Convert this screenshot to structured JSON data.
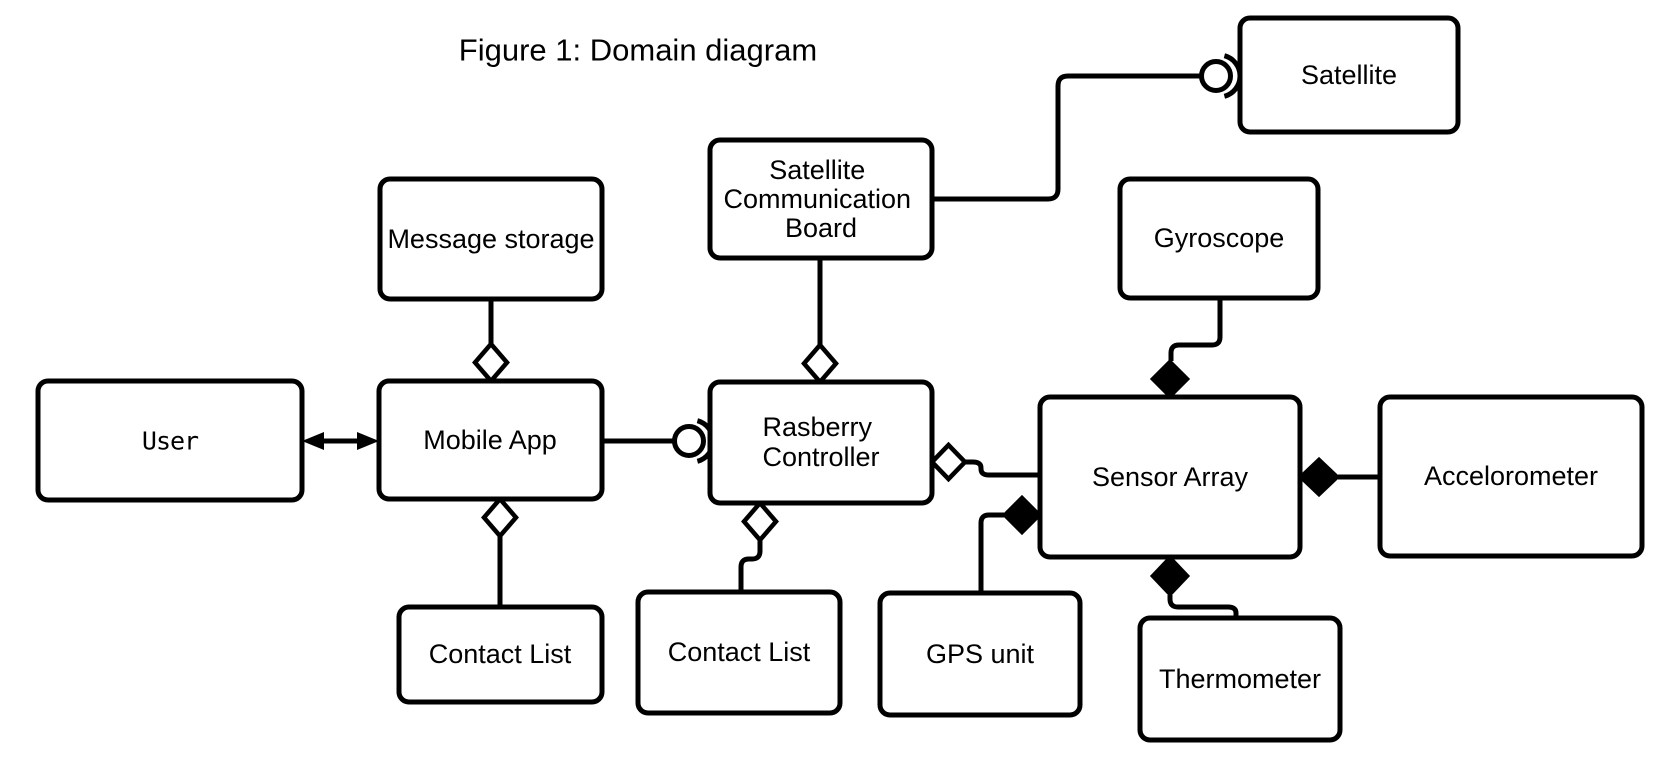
{
  "figure": {
    "title": "Figure 1: Domain diagram"
  },
  "colors": {
    "line": "#000000",
    "box_fill": "#ffffff",
    "text": "#000000",
    "background": "#ffffff"
  },
  "nodes": [
    {
      "id": "user",
      "label": "User"
    },
    {
      "id": "message-storage",
      "label": "Message storage"
    },
    {
      "id": "satellite-communication-board",
      "label": "Satellite Communication Board",
      "lines": [
        "Satellite",
        "Communication",
        "Board"
      ]
    },
    {
      "id": "satellite",
      "label": "Satellite"
    },
    {
      "id": "mobile-app",
      "label": "Mobile App"
    },
    {
      "id": "rasberry-controller",
      "label": "Rasberry Controller",
      "lines": [
        "Rasberry",
        "Controller"
      ]
    },
    {
      "id": "gyroscope",
      "label": "Gyroscope"
    },
    {
      "id": "sensor-array",
      "label": "Sensor Array"
    },
    {
      "id": "accelorometer",
      "label": "Accelorometer"
    },
    {
      "id": "contact-list-mobile",
      "label": "Contact List"
    },
    {
      "id": "contact-list-controller",
      "label": "Contact List"
    },
    {
      "id": "gps-unit",
      "label": "GPS unit"
    },
    {
      "id": "thermometer",
      "label": "Thermometer"
    }
  ],
  "edges": [
    {
      "from": "User",
      "to": "Mobile App",
      "type": "bidirectional-arrow"
    },
    {
      "from": "Message storage",
      "to": "Mobile App",
      "type": "aggregation-open-diamond"
    },
    {
      "from": "Contact List",
      "to": "Mobile App",
      "type": "aggregation-open-diamond"
    },
    {
      "from": "Mobile App",
      "to": "Rasberry Controller",
      "type": "ball-and-socket-interface"
    },
    {
      "from": "Satellite Communication Board",
      "to": "Rasberry Controller",
      "type": "aggregation-open-diamond"
    },
    {
      "from": "Contact List",
      "to": "Rasberry Controller",
      "type": "aggregation-open-diamond"
    },
    {
      "from": "Sensor Array",
      "to": "Rasberry Controller",
      "type": "aggregation-open-diamond"
    },
    {
      "from": "Satellite Communication Board",
      "to": "Satellite",
      "type": "ball-and-socket-interface"
    },
    {
      "from": "Gyroscope",
      "to": "Sensor Array",
      "type": "composition-filled-diamond"
    },
    {
      "from": "Accelorometer",
      "to": "Sensor Array",
      "type": "composition-filled-diamond"
    },
    {
      "from": "GPS unit",
      "to": "Sensor Array",
      "type": "composition-filled-diamond"
    },
    {
      "from": "Thermometer",
      "to": "Sensor Array",
      "type": "composition-filled-diamond"
    }
  ]
}
